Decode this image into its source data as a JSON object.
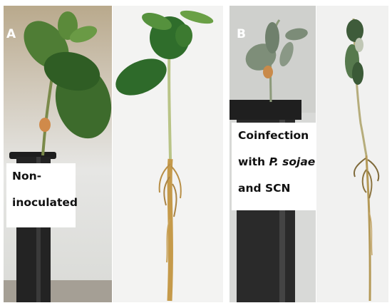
{
  "panel_a": {
    "letter": "A",
    "label_lines": [
      "Non-",
      "inoculated"
    ]
  },
  "panel_b": {
    "letter": "B",
    "label_lines": [
      "Coinfection",
      "with ",
      "P. sojae",
      "and SCN"
    ]
  }
}
